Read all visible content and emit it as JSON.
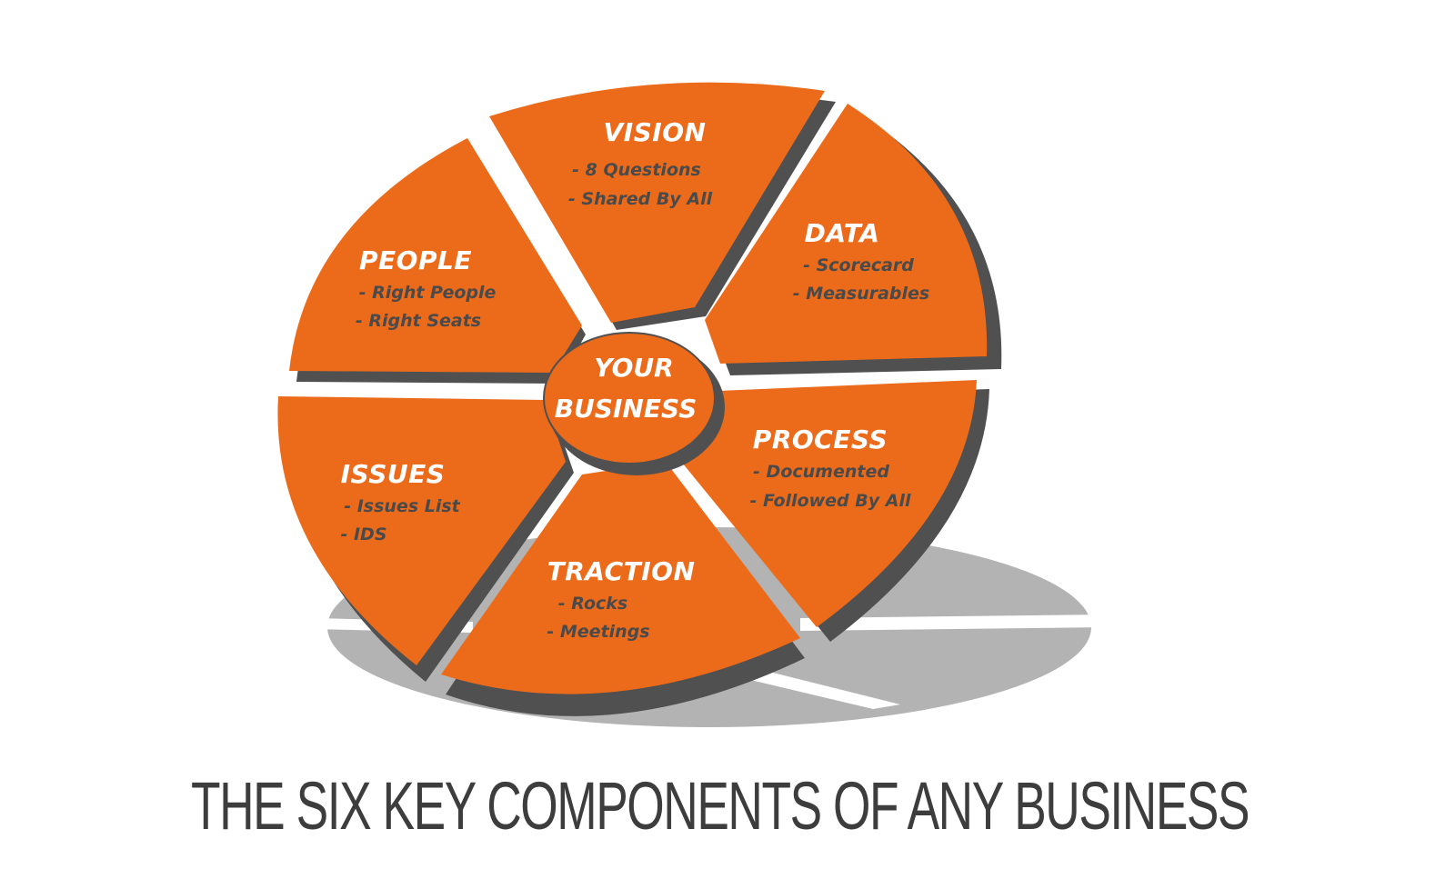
{
  "title": "THE SIX KEY COMPONENTS OF ANY BUSINESS",
  "colors": {
    "segment": "#ec6b1b",
    "edge": "#505050",
    "shadow": "#b3b3b3",
    "title_text": "#ffffff",
    "item_text": "#4a4a4a",
    "caption": "#3d3d3d"
  },
  "hub": {
    "line1": "YOUR",
    "line2": "BUSINESS"
  },
  "segments": [
    {
      "id": "vision",
      "title": "VISION",
      "items": [
        "- 8 Questions",
        "- Shared By All"
      ]
    },
    {
      "id": "data",
      "title": "DATA",
      "items": [
        "- Scorecard",
        "- Measurables"
      ]
    },
    {
      "id": "process",
      "title": "PROCESS",
      "items": [
        "- Documented",
        "- Followed By All"
      ]
    },
    {
      "id": "traction",
      "title": "TRACTION",
      "items": [
        "- Rocks",
        "- Meetings"
      ]
    },
    {
      "id": "issues",
      "title": "ISSUES",
      "items": [
        "- Issues List",
        "- IDS"
      ]
    },
    {
      "id": "people",
      "title": "PEOPLE",
      "items": [
        "- Right People",
        "- Right Seats"
      ]
    }
  ]
}
